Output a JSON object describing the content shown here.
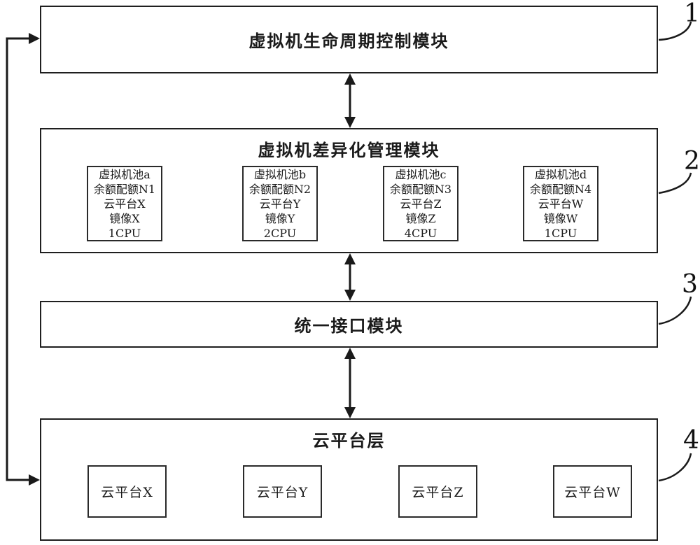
{
  "modules": {
    "lifecycle": {
      "title": "虚拟机生命周期控制模块",
      "callout": "1"
    },
    "differentiation": {
      "title": "虚拟机差异化管理模块",
      "callout": "2",
      "pools": [
        {
          "name": "虚拟机池a",
          "quota": "余额配额N1",
          "platform": "云平台X",
          "image": "镜像X",
          "cpu": "1CPU"
        },
        {
          "name": "虚拟机池b",
          "quota": "余额配额N2",
          "platform": "云平台Y",
          "image": "镜像Y",
          "cpu": "2CPU"
        },
        {
          "name": "虚拟机池c",
          "quota": "余额配额N3",
          "platform": "云平台Z",
          "image": "镜像Z",
          "cpu": "4CPU"
        },
        {
          "name": "虚拟机池d",
          "quota": "余额配额N4",
          "platform": "云平台W",
          "image": "镜像W",
          "cpu": "1CPU"
        }
      ]
    },
    "interface": {
      "title": "统一接口模块",
      "callout": "3"
    },
    "cloud_layer": {
      "title": "云平台层",
      "callout": "4",
      "platforms": [
        "云平台X",
        "云平台Y",
        "云平台Z",
        "云平台W"
      ]
    }
  },
  "colors": {
    "line": "#1a1a1a",
    "background": "#ffffff",
    "text": "#1a1a1a"
  }
}
